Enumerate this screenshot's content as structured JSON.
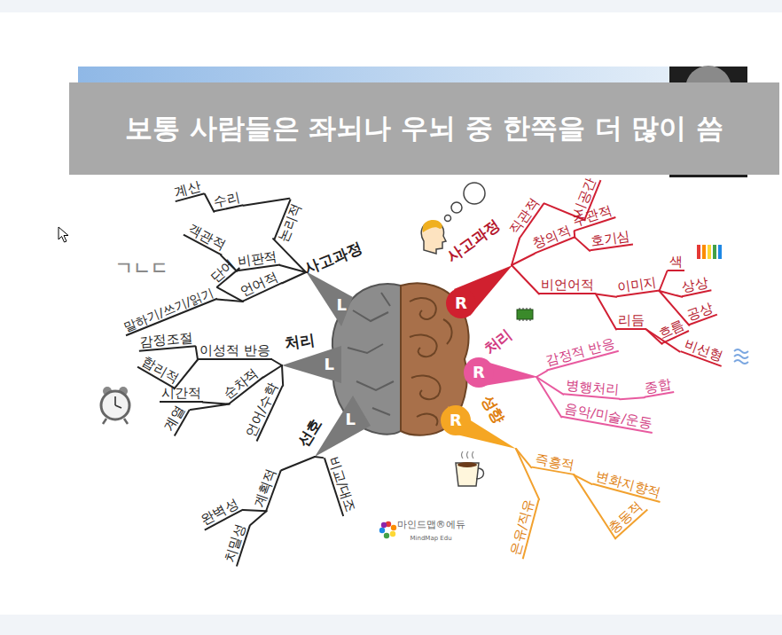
{
  "diagram": {
    "nodes": [
      {
        "text": [
          "보통 사람들은 좌뇌나 우뇌 중 한쪽을 더 많이 씀"
        ]
      }
    ],
    "labels": [
      "ㄱㄴㄷ",
      "논리적",
      "수리",
      "계산",
      "비판적",
      "객관적",
      "언어적",
      "단어",
      "말하기/쓰기/읽기",
      "사고과정",
      "L",
      "처리",
      "L",
      "이성적 반응",
      "감정조절",
      "합리적",
      "순차적",
      "시간적",
      "계열",
      "언어/수학",
      "선호",
      "L",
      "계획적",
      "완벽성",
      "치밀성",
      "비교/대조",
      "사고과정",
      "R",
      "직관적",
      "시공간",
      "창의적",
      "주관적",
      "호기심",
      "비언어적",
      "이미지",
      "색",
      "상상",
      "공상",
      "리듬",
      "흐름",
      "비선형",
      "처리",
      "R",
      "감정적 반응",
      "병행처리",
      "종합",
      "음악/미술/운동",
      "성향",
      "R",
      "즉흥적",
      "변화지향적",
      "충동적",
      "은유/직유",
      "마인드맵®에듀",
      "MindMap Edu"
    ]
  }
}
